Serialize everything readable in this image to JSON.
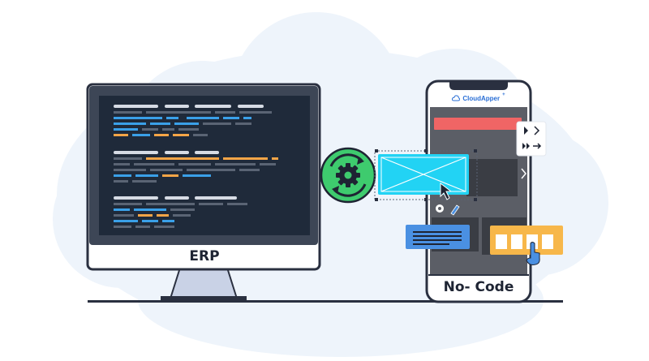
{
  "left_label": "ERP",
  "right_label": "No- Code",
  "brand": {
    "name": "CloudApper",
    "suffix": "+"
  },
  "icons": [
    "sync-gear-icon",
    "cursor-icon",
    "pointer-hand-icon",
    "chevron-right-icon",
    "play-icon",
    "fast-forward-icon",
    "settings-icon",
    "pencil-icon",
    "cloud-icon"
  ],
  "colors": {
    "background_cloud": "#eef4fb",
    "screen": "#1f2a3a",
    "code_white": "#d6dbe4",
    "code_blue": "#3aa0e8",
    "code_orange": "#f5a547",
    "code_grey": "#5a6474",
    "phone_screen": "#5b5e66",
    "red_bar": "#f06565",
    "cyan_panel": "#22d3f4",
    "gear_green": "#3ecb6e",
    "blue_card": "#4a90e2",
    "orange_card": "#f7b74a"
  }
}
